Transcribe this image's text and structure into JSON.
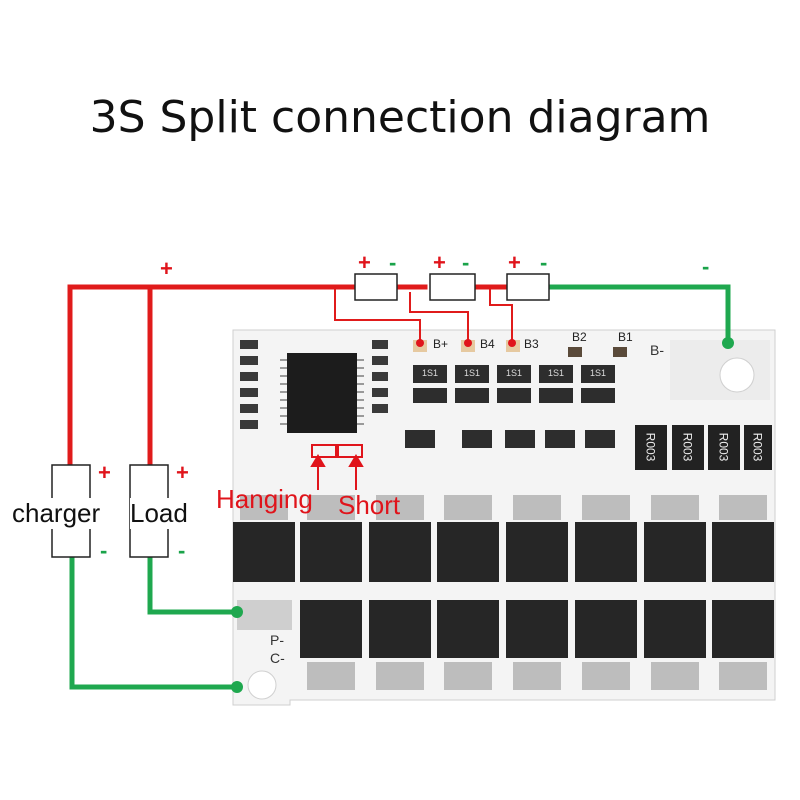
{
  "title": "3S Split connection diagram",
  "signs": {
    "plus": "+",
    "minus": "-"
  },
  "boxes": {
    "charger": "charger",
    "load": "Load"
  },
  "annotations": {
    "hanging": "Hanging",
    "short": "Short"
  },
  "pcb_labels": {
    "b_plus": "B+",
    "b4": "B4",
    "b3": "B3",
    "b2": "B2",
    "b1": "B1",
    "b_minus": "B-",
    "p_minus": "P-",
    "c_minus": "C-"
  },
  "resistors": [
    "R003",
    "R003",
    "R003",
    "R003"
  ],
  "smd_codes": [
    "1S1",
    "1S1",
    "1S1",
    "1S1",
    "1S1"
  ],
  "colors": {
    "positive_wire": "#e01b1b",
    "negative_wire": "#1fa84f",
    "annotation": "#e0141b",
    "pcb": "#f2f2f2",
    "mosfet": "#2a2a2a"
  }
}
